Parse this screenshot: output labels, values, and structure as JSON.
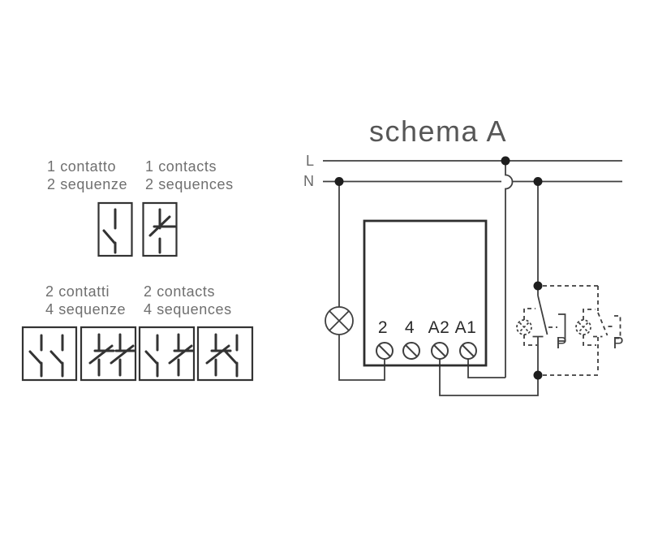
{
  "legend": {
    "rows": [
      {
        "it_line1": "1 contatto",
        "it_line2": "2 sequenze",
        "en_line1": "1 contacts",
        "en_line2": "2 sequences"
      },
      {
        "it_line1": "2 contatti",
        "it_line2": "4 sequenze",
        "en_line1": "2 contacts",
        "en_line2": "4 sequences"
      }
    ]
  },
  "schematic": {
    "title": "schema A",
    "line_l_label": "L",
    "line_n_label": "N",
    "terminals": [
      "2",
      "4",
      "A2",
      "A1"
    ],
    "pushbutton1_label": "P",
    "pushbutton2_label": "P"
  },
  "icons": {
    "lamp": "lamp-icon",
    "screw_terminal": "screw-terminal-icon",
    "push_button": "push-button-icon",
    "open_contact": "open-contact-icon",
    "closed_contact": "closed-contact-icon",
    "junction_dot": "junction-dot",
    "wire_hop": "wire-hop-crossing"
  },
  "colors": {
    "background": "#ffffff",
    "line": "#3f3f3f",
    "legend_line": "#333333",
    "text_gray": "#6f6f6f",
    "terminal_text": "#292929",
    "dot": "#1e1e1e"
  }
}
